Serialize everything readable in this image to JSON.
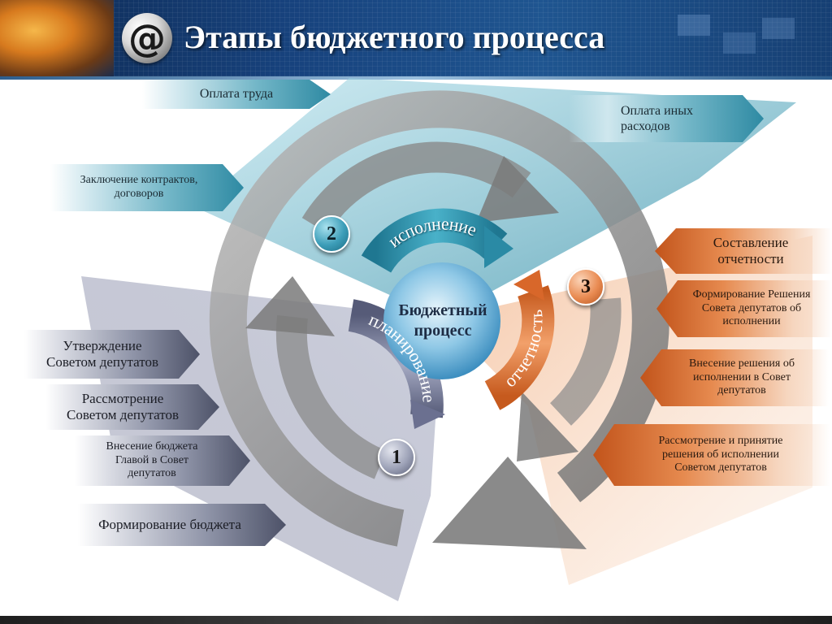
{
  "header": {
    "title": "Этапы бюджетного процесса",
    "icon": "at-sign-icon"
  },
  "center": {
    "line1": "Бюджетный",
    "line2": "процесс"
  },
  "stages": {
    "execution": {
      "number": "2",
      "label": "исполнение"
    },
    "planning": {
      "number": "1",
      "label": "планирование"
    },
    "reporting": {
      "number": "3",
      "label": "отчетность"
    }
  },
  "execution_items": [
    {
      "lines": [
        "Оплата труда"
      ]
    },
    {
      "lines": [
        "Оплата иных",
        "расходов"
      ]
    },
    {
      "lines": [
        "Заключение контрактов,",
        "договоров"
      ]
    }
  ],
  "planning_items": [
    {
      "lines": [
        "Утверждение",
        "Советом депутатов"
      ]
    },
    {
      "lines": [
        "Рассмотрение",
        "Советом депутатов"
      ]
    },
    {
      "lines": [
        "Внесение бюджета",
        "Главой в Совет",
        "депутатов"
      ]
    },
    {
      "lines": [
        "Формирование бюджета"
      ]
    }
  ],
  "reporting_items": [
    {
      "lines": [
        "Составление",
        "отчетности"
      ]
    },
    {
      "lines": [
        "Формирование Решения",
        "Совета депутатов об",
        "исполнении"
      ]
    },
    {
      "lines": [
        "Внесение решения об",
        "исполнении в Совет",
        "депутатов"
      ]
    },
    {
      "lines": [
        "Рассмотрение и принятие",
        "решения об исполнении",
        "Советом депутатов"
      ]
    }
  ],
  "colors": {
    "execution": "#2e8aa3",
    "planning": "#6b7090",
    "reporting": "#e07a3e",
    "ring": "#8e8e8e",
    "center": "#5aa9d6"
  }
}
